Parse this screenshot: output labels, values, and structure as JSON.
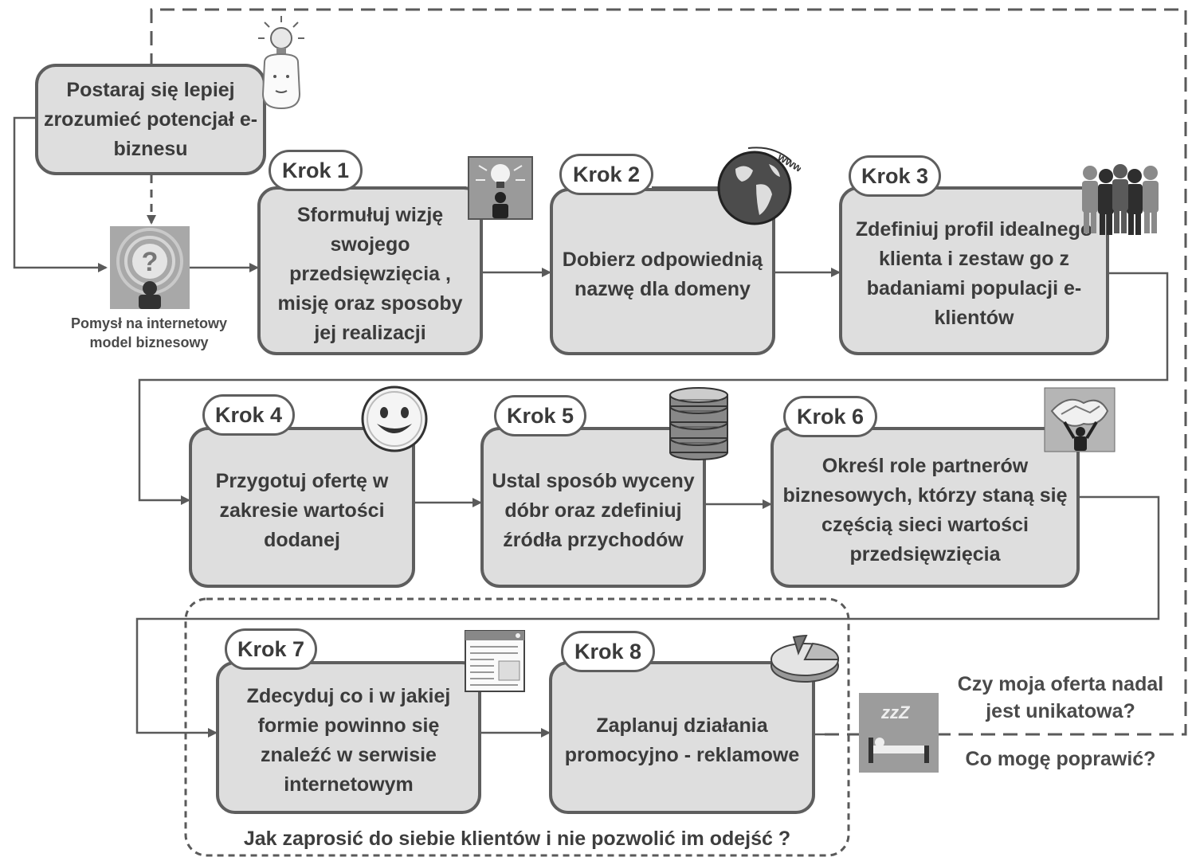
{
  "start_box": {
    "text": "Postaraj się lepiej zrozumieć potencjał e-biznesu"
  },
  "idea": {
    "caption": "Pomysł na internetowy model biznesowy"
  },
  "steps": [
    {
      "label": "Krok 1",
      "text": "Sformułuj wizję swojego przedsięwzięcia , misję oraz sposoby jej realizacji",
      "icon": "lightbulb-person-icon"
    },
    {
      "label": "Krok 2",
      "text": "Dobierz odpowiednią nazwę dla domeny",
      "icon": "globe-www-icon"
    },
    {
      "label": "Krok 3",
      "text": "Zdefiniuj profil idealnego klienta i zestaw go z badaniami populacji e-klientów",
      "icon": "people-group-icon"
    },
    {
      "label": "Krok 4",
      "text": "Przygotuj ofertę w zakresie wartości dodanej",
      "icon": "smiley-icon"
    },
    {
      "label": "Krok 5",
      "text": "Ustal sposób wyceny dóbr oraz zdefiniuj źródła przychodów",
      "icon": "coin-stack-icon"
    },
    {
      "label": "Krok 6",
      "text": "Określ role partnerów biznesowych, którzy staną się częścią sieci wartości przedsięwzięcia",
      "icon": "puzzle-person-icon"
    },
    {
      "label": "Krok 7",
      "text": "Zdecyduj co i w jakiej formie powinno się znaleźć w serwisie internetowym",
      "icon": "web-page-icon"
    },
    {
      "label": "Krok 8",
      "text": "Zaplanuj działania promocyjno - reklamowe",
      "icon": "pie-chart-icon"
    }
  ],
  "bottom_question": "Jak zaprosić do siebie klientów i nie pozwolić im odejść ?",
  "questions": {
    "q1": "Czy moja oferta nadal jest unikatowa?",
    "q2": "Co mogę poprawić?"
  },
  "sleep_icon": {
    "text": "zzZ"
  }
}
